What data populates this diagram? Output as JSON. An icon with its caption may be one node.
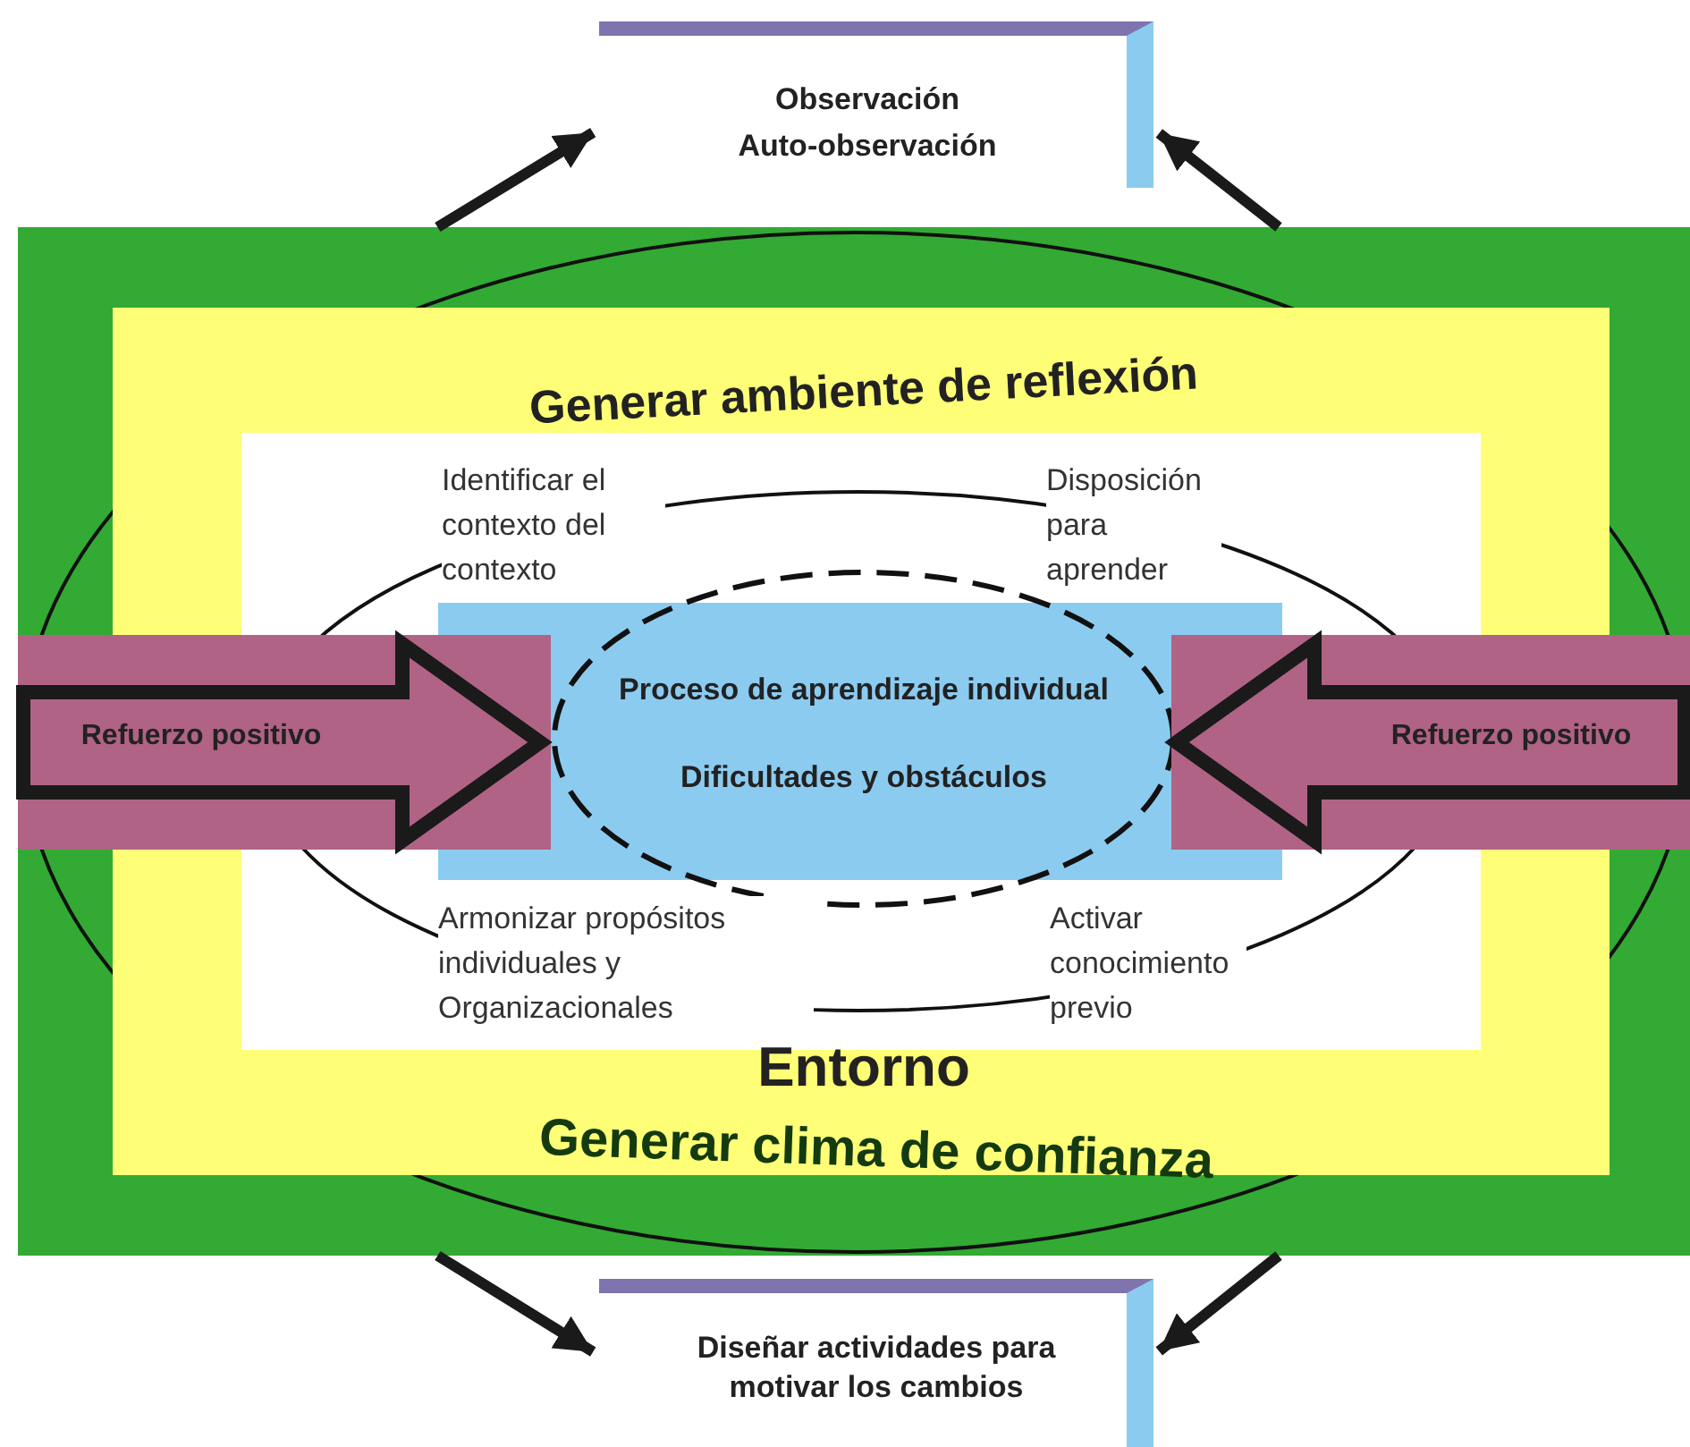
{
  "diagram": {
    "nodes": [
      {
        "text": [
          "Observación",
          "Auto-observación"
        ]
      },
      {
        "text": [],
        "shape": "box"
      },
      {
        "text": [
          "Generar ambiente de reflexión",
          "Entorno"
        ],
        "in": 1
      },
      {
        "text": [],
        "shape": "box",
        "in": 2
      },
      {
        "text": [],
        "shape": "box",
        "in": 3
      },
      {
        "text": [
          "Proceso de aprendizaje individual",
          "Dificultades y obstáculos"
        ],
        "in": 3
      },
      {
        "text": [
          "Refuerzo positivo"
        ],
        "in": 1
      },
      {
        "text": [
          "Refuerzo positivo"
        ],
        "in": 1
      },
      {
        "text": [
          "Diseñar actividades para motivar los cambios"
        ]
      }
    ],
    "edges": [
      {
        "from": 1,
        "to": 0,
        "arrow": "to"
      },
      {
        "from": 1,
        "to": 0,
        "arrow": "to"
      },
      {
        "from": 1,
        "to": 8,
        "arrow": "to"
      },
      {
        "from": 1,
        "to": 8,
        "arrow": "to"
      }
    ],
    "labels": [
      "Identificar el contexto del contexto",
      "Disposición para aprender",
      "Armonizar propósitos individuales y Organizacionales",
      "Activar conocimiento previo",
      "Generar clima de confianza"
    ]
  }
}
